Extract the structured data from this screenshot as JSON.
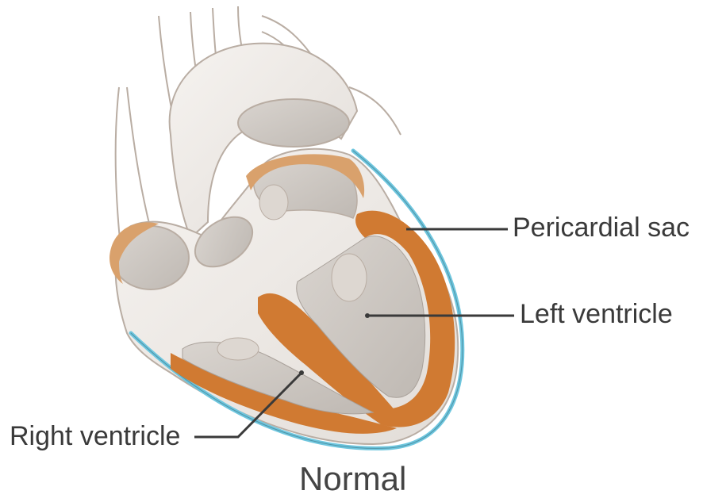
{
  "labels": {
    "pericardial_sac": "Pericardial sac",
    "left_ventricle": "Left ventricle",
    "right_ventricle": "Right ventricle"
  },
  "caption": "Normal",
  "colors": {
    "myocardium": "#d07a32",
    "pericardium": "#6ec6de",
    "tissue": "#ece8e4",
    "cavity": "#cbc6c0",
    "vessel_outline": "#b9ada3",
    "leader_line": "#3a3a3a"
  }
}
